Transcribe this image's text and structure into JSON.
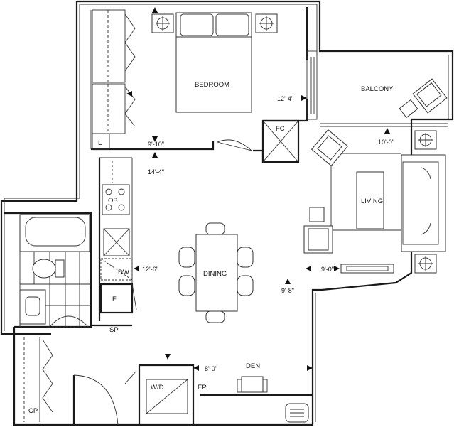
{
  "rooms": {
    "bedroom": "BEDROOM",
    "balcony": "BALCONY",
    "living": "LIVING",
    "dining": "DINING",
    "den": "DEN",
    "fc": "FC",
    "ob": "OB",
    "dw": "DW",
    "f": "F",
    "sp": "SP",
    "wd": "W/D",
    "ep": "EP",
    "cp": "CP",
    "l": "L"
  },
  "dimensions": {
    "bedroom_width": "12'-4\"",
    "bedroom_depth": "9'-10\"",
    "balcony_depth": "10'-0\"",
    "hall_length": "14'-4\"",
    "kitchen_width": "12'-6\"",
    "living_width": "9'-0\"",
    "dining_depth": "9'-8\"",
    "den_width": "8'-0\""
  },
  "colors": {
    "line": "#1a1a1a",
    "fill_gray": "#e6e6e6",
    "background": "#ffffff"
  }
}
